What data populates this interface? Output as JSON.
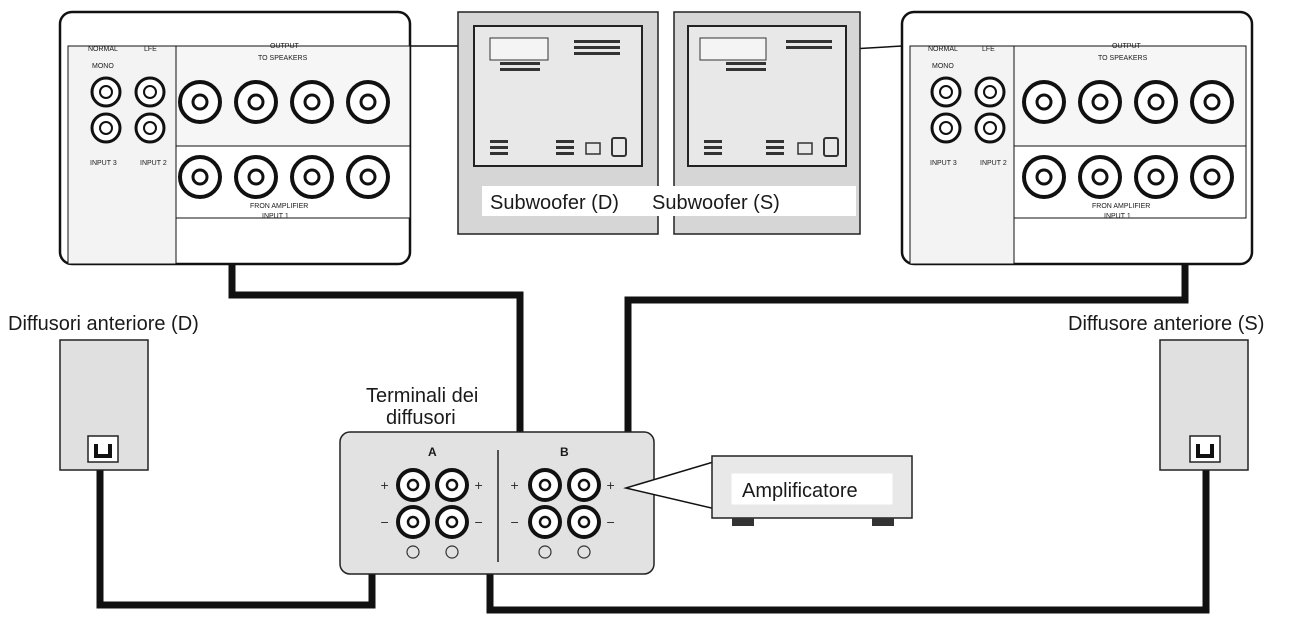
{
  "labels": {
    "subwoofer_right": "Subwoofer (D)",
    "subwoofer_left": "Subwoofer (S)",
    "front_speaker_right": "Diffusori anteriore (D)",
    "front_speaker_left": "Diffusore anteriore (S)",
    "speaker_terminals_line1": "Terminali dei",
    "speaker_terminals_line2": "diffusori",
    "amplifier": "Amplificatore"
  },
  "panel_text": {
    "normal": "NORMAL",
    "lfe": "LFE",
    "mono": "MONO",
    "output": "OUTPUT",
    "to_speakers": "TO SPEAKERS",
    "input_3": "INPUT 3",
    "input_2": "INPUT 2",
    "from_amplifier_left": "FRON AMPLIFIER",
    "from_amplifier_right": "FRON AMPLIFIER",
    "input_1": "INPUT 1"
  },
  "terminal_groups": {
    "a": "A",
    "b": "B"
  }
}
